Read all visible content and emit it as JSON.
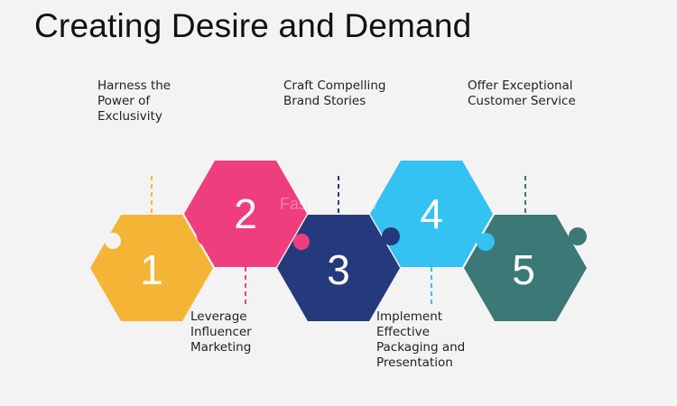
{
  "title": "Creating Desire and Demand",
  "watermark": "FasterCapital",
  "steps": [
    {
      "number": "1",
      "label": "Harness the\nPower of\nExclusivity",
      "color": "#f4b536"
    },
    {
      "number": "2",
      "label": "Leverage\nInfluencer\nMarketing",
      "color": "#ef3e7e"
    },
    {
      "number": "3",
      "label": "Craft Compelling\nBrand Stories",
      "color": "#253a7d"
    },
    {
      "number": "4",
      "label": "Implement\nEffective\nPackaging and\nPresentation",
      "color": "#33c2f2"
    },
    {
      "number": "5",
      "label": "Offer Exceptional\nCustomer Service",
      "color": "#3b7876"
    }
  ]
}
